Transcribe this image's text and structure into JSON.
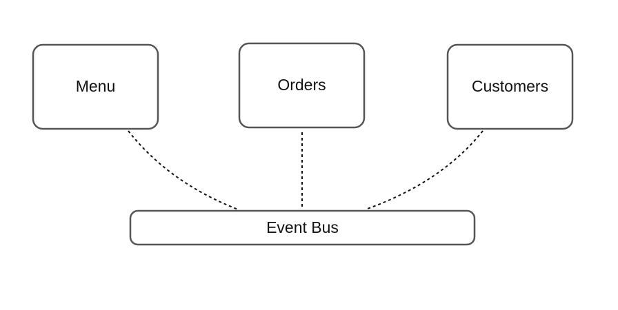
{
  "diagram": {
    "services": [
      {
        "id": "menu",
        "label": "Menu"
      },
      {
        "id": "orders",
        "label": "Orders"
      },
      {
        "id": "customers",
        "label": "Customers"
      }
    ],
    "bus": {
      "id": "event-bus",
      "label": "Event Bus"
    },
    "connections": [
      {
        "from": "menu",
        "to": "event-bus",
        "style": "dashed"
      },
      {
        "from": "orders",
        "to": "event-bus",
        "style": "dashed"
      },
      {
        "from": "customers",
        "to": "event-bus",
        "style": "dashed"
      }
    ],
    "colors": {
      "box_border": "#555555",
      "box_fill": "#ffffff",
      "connector": "#111111",
      "background": "#ffffff"
    }
  }
}
